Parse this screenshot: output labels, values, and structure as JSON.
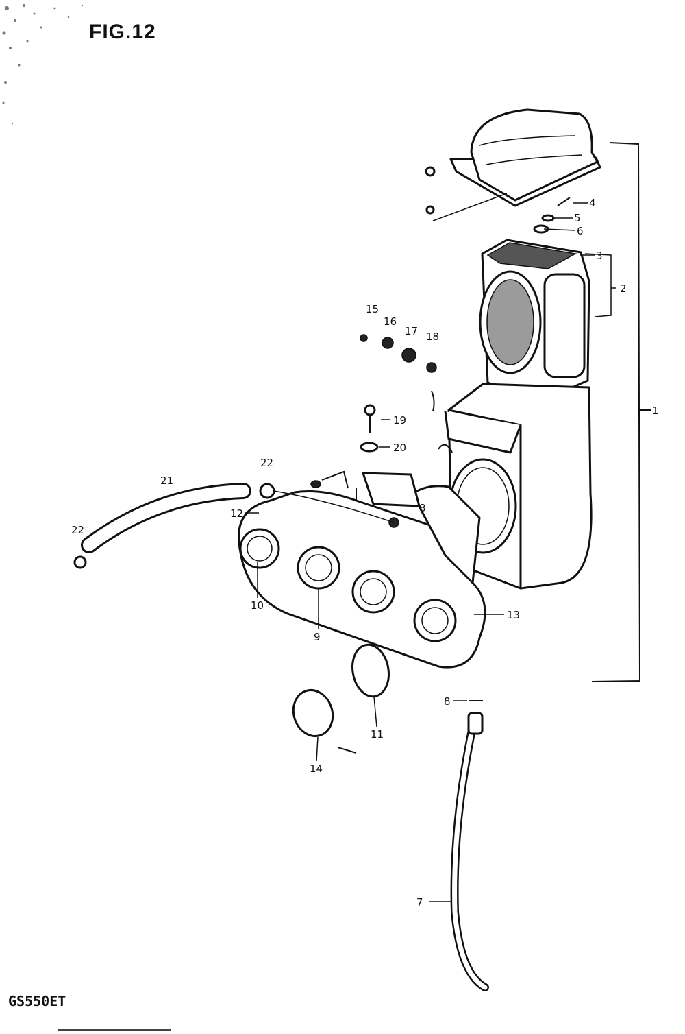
{
  "figure": {
    "title": "FIG.12"
  },
  "model": {
    "code": "GS550ET"
  },
  "callouts": [
    "1",
    "2",
    "3",
    "4",
    "5",
    "6",
    "7",
    "8",
    "8",
    "9",
    "10",
    "11",
    "12",
    "13",
    "14",
    "15",
    "16",
    "17",
    "18",
    "19",
    "20",
    "21",
    "22",
    "22"
  ]
}
